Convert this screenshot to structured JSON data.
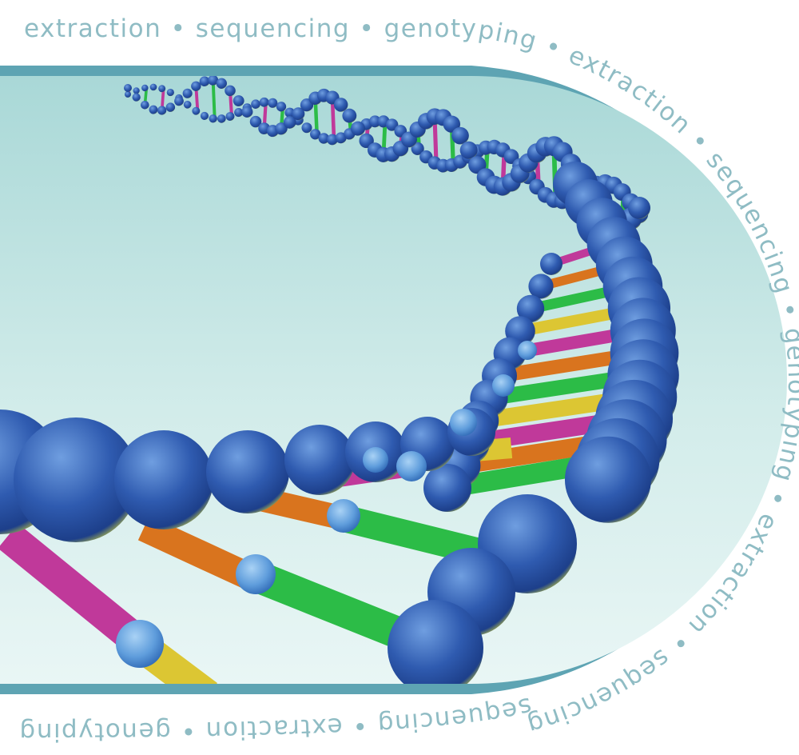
{
  "ring_text": {
    "top": "extraction • sequencing • genotyping • extraction • sequencing • genotyping • extraction • sequencing",
    "bottom": "sequencing • extraction • genotyping •"
  },
  "colors": {
    "text": "#8fbcc4",
    "frame": "#5ea4b3",
    "panel_light": "#e6f4f3",
    "panel_mid": "#a9d8d7",
    "sphere_light": "#5f8fd6",
    "sphere_dark": "#1d3f8a",
    "joint": "#6aa7e2",
    "rung_magenta": "#c0399a",
    "rung_orange": "#d9741e",
    "rung_green": "#2cbc47",
    "rung_yellow": "#dcc633"
  },
  "helix": {
    "depiction": "dna-double-helix"
  }
}
